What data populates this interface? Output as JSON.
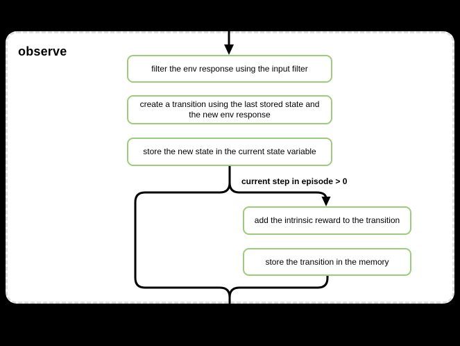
{
  "diagram": {
    "group_title": "observe",
    "condition_label": "current step in episode > 0",
    "nodes": [
      {
        "label": "filter the env response using the input filter"
      },
      {
        "label": "create a transition using the last stored state and the new env response"
      },
      {
        "label": "store the new state in the current state variable"
      },
      {
        "label": "add the intrinsic reward to the transition"
      },
      {
        "label": "store the transition in the memory"
      }
    ],
    "colors": {
      "background": "#000000",
      "group_surface": "#ffffff",
      "group_border": "#dedede",
      "node_border": "#9ccc7a",
      "connector": "#000000",
      "text": "#000000"
    }
  }
}
